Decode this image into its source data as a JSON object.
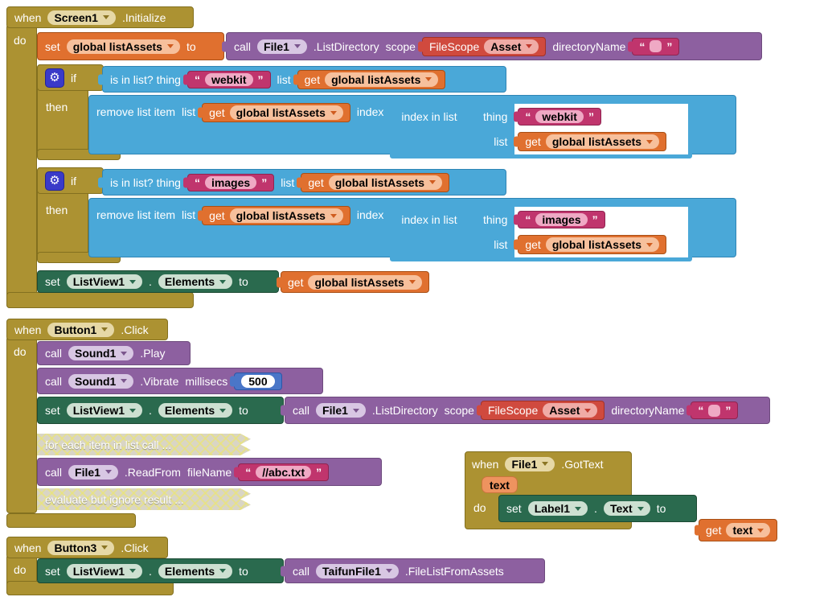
{
  "colors": {
    "event_gold": "#ac9232",
    "variable_orange": "#e0702f",
    "method_purple": "#8d60a0",
    "property_green": "#2a6a4e",
    "list_blue": "#4aa8d8",
    "text_magenta": "#c0356d",
    "filescope_red": "#d04a3e",
    "math_blue": "#4a76c8",
    "collapsed_tan": "#d9d5c5"
  },
  "icons": {
    "gear": "⚙"
  },
  "common": {
    "dot": "."
  },
  "a": {
    "when": "when",
    "component": "Screen1",
    "event": ".Initialize",
    "do_label": "do",
    "set_var": {
      "set": "set",
      "name": "global listAssets",
      "to": "to"
    },
    "list_dir": {
      "call": "call",
      "component": "File1",
      "method": ".ListDirectory",
      "scope_label": "scope",
      "filescope": "FileScope",
      "scope_value": "Asset",
      "dir_label": "directoryName",
      "oq": "“",
      "cq": "”"
    },
    "if1": {
      "if_label": "if",
      "cond_label": "is in list? thing",
      "oq": "“",
      "thing": "webkit",
      "cq": "”",
      "list_label": "list",
      "get": {
        "get": "get",
        "name": "global listAssets"
      },
      "then_label": "then",
      "remove": {
        "label": "remove list item",
        "list_label": "list",
        "get": {
          "get": "get",
          "name": "global listAssets"
        },
        "index_label": "index",
        "inner": {
          "label": "index in list",
          "thing_label": "thing",
          "oq": "“",
          "thing": "webkit",
          "cq": "”",
          "list_label": "list",
          "get": {
            "get": "get",
            "name": "global listAssets"
          }
        }
      }
    },
    "if2": {
      "if_label": "if",
      "cond_label": "is in list? thing",
      "oq": "“",
      "thing": "images",
      "cq": "”",
      "list_label": "list",
      "get": {
        "get": "get",
        "name": "global listAssets"
      },
      "then_label": "then",
      "remove": {
        "label": "remove list item",
        "list_label": "list",
        "get": {
          "get": "get",
          "name": "global listAssets"
        },
        "index_label": "index",
        "inner": {
          "label": "index in list",
          "thing_label": "thing",
          "oq": "“",
          "thing": "images",
          "cq": "”",
          "list_label": "list",
          "get": {
            "get": "get",
            "name": "global listAssets"
          }
        }
      }
    },
    "set_elements": {
      "set": "set",
      "component": "ListView1",
      "prop": "Elements",
      "to": "to",
      "get": {
        "get": "get",
        "name": "global listAssets"
      }
    }
  },
  "b": {
    "when": "when",
    "component": "Button1",
    "event": ".Click",
    "do_label": "do",
    "play": {
      "call": "call",
      "component": "Sound1",
      "method": ".Play"
    },
    "vibrate": {
      "call": "call",
      "component": "Sound1",
      "method": ".Vibrate",
      "arg_label": "millisecs",
      "value": "500"
    },
    "set_elements": {
      "set": "set",
      "component": "ListView1",
      "prop": "Elements",
      "to": "to"
    },
    "list_dir": {
      "call": "call",
      "component": "File1",
      "method": ".ListDirectory",
      "scope_label": "scope",
      "filescope": "FileScope",
      "scope_value": "Asset",
      "dir_label": "directoryName",
      "oq": "“",
      "cq": "”"
    },
    "collapsed_foreach": "for each item in list call ...",
    "read_from": {
      "call": "call",
      "component": "File1",
      "method": ".ReadFrom",
      "arg_label": "fileName",
      "oq": "“",
      "value": "//abc.txt",
      "cq": "”"
    },
    "collapsed_evaluate": "evaluate but ignore result ..."
  },
  "c": {
    "when": "when",
    "component": "File1",
    "event": ".GotText",
    "param": "text",
    "do_label": "do",
    "set_text": {
      "set": "set",
      "component": "Label1",
      "prop": "Text",
      "to": "to",
      "get": {
        "get": "get",
        "name": "text"
      }
    }
  },
  "d": {
    "when": "when",
    "component": "Button3",
    "event": ".Click",
    "do_label": "do",
    "set_elements": {
      "set": "set",
      "component": "ListView1",
      "prop": "Elements",
      "to": "to"
    },
    "call_taifun": {
      "call": "call",
      "component": "TaifunFile1",
      "method": ".FileListFromAssets"
    }
  }
}
